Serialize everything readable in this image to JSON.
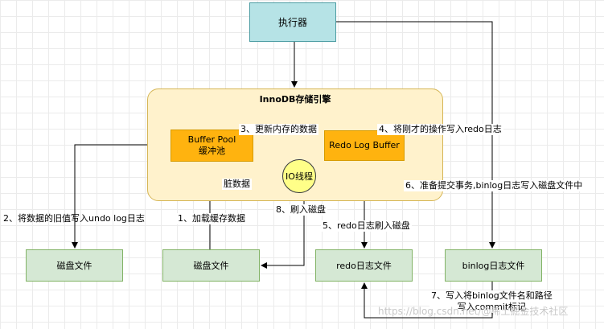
{
  "nodes": {
    "executor": "执行器",
    "innodb": "InnoDB存储引擎",
    "buffer_pool_line1": "Buffer Pool",
    "buffer_pool_line2": "缓冲池",
    "redo_log_buffer": "Redo Log Buffer",
    "io_thread": "IO线程",
    "disk_file_1": "磁盘文件",
    "disk_file_2": "磁盘文件",
    "redo_log_file": "redo日志文件",
    "binlog_file": "binlog日志文件"
  },
  "labels": {
    "step1": "1、加载缓存数据",
    "step2": "2、将数据的旧值写入undo log日志",
    "step3": "3、更新内存的数据",
    "step4": "4、将刚才的操作写入redo日志",
    "step5": "5、redo日志刷入磁盘",
    "step6": "6、准备提交事务,binlog日志写入磁盘文件中",
    "step7_line1": "7、写入将binlog文件名和路径",
    "step7_line2": "写入commit标记",
    "step8": "8、刷入磁盘",
    "dirty_data": "脏数据"
  },
  "watermark": "https://blog.csdn.net/@稀土掘金技术社区"
}
